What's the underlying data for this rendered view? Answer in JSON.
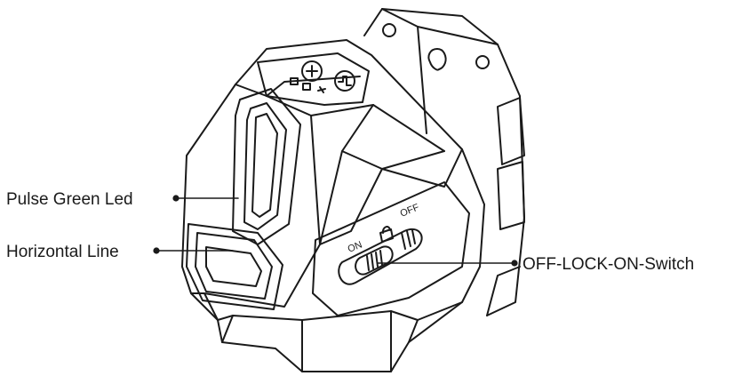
{
  "callouts": [
    {
      "id": "pulse",
      "label": "Pulse Green Led"
    },
    {
      "id": "horizontal",
      "label": "Horizontal Line"
    },
    {
      "id": "switch",
      "label": "OFF-LOCK-ON-Switch"
    }
  ],
  "switch_marks": {
    "on": "ON",
    "off": "OFF"
  },
  "colors": {
    "line": "#1a1a1a",
    "background": "#ffffff"
  }
}
